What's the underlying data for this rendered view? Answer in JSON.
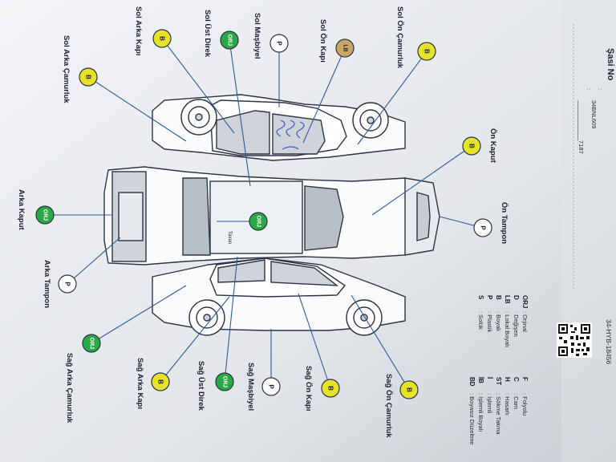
{
  "header": {
    "plate": "34-HYB-18456",
    "chassis_label": "Şasi No",
    "colon1": ":",
    "colon2": ":",
    "line1": "34BNL609",
    "line2": "____________7187"
  },
  "legend": [
    {
      "code": "ORJ",
      "text": ": Orjinal"
    },
    {
      "code": "D",
      "text": ": Değişen"
    },
    {
      "code": "LB",
      "text": ": Lokal Boyalı"
    },
    {
      "code": "B",
      "text": ": Boyalı"
    },
    {
      "code": "P",
      "text": ": Plastik"
    },
    {
      "code": "S",
      "text": ": Solük"
    },
    {
      "code": "F",
      "text": ": Folyolu"
    },
    {
      "code": "C",
      "text": ": Cam"
    },
    {
      "code": "H",
      "text": ": Hasarlı"
    },
    {
      "code": "ST",
      "text": ": Sökme Takma"
    },
    {
      "code": "İ",
      "text": ": İşlemli"
    },
    {
      "code": "İB",
      "text": ": İşlemli Boyalı"
    },
    {
      "code": "BD",
      "text": ": Boyasız Düzeltme"
    }
  ],
  "parts": [
    {
      "id": "sol-on-camurluk",
      "label": "Sol Ön Çamurluk",
      "status": "B",
      "color": "#e6e22a"
    },
    {
      "id": "sol-on-kapi",
      "label": "Sol Ön Kapı",
      "status": "LB",
      "color": "#c9a865"
    },
    {
      "id": "sol-masbiyel",
      "label": "Sol Maşbiyel",
      "status": "P",
      "color": "#ffffff"
    },
    {
      "id": "sol-ust-direk",
      "label": "Sol Üst Direk",
      "status": "ORJ",
      "color": "#2aa845"
    },
    {
      "id": "sol-arka-kapi",
      "label": "Sol Arka Kapı",
      "status": "B",
      "color": "#e6e22a"
    },
    {
      "id": "sol-arka-camurluk",
      "label": "Sol Arka Çamurluk",
      "status": "B",
      "color": "#e6e22a"
    },
    {
      "id": "on-kaput",
      "label": "Ön Kaput",
      "status": "B",
      "color": "#e6e22a"
    },
    {
      "id": "on-tampon",
      "label": "Ön Tampon",
      "status": "P",
      "color": "#ffffff"
    },
    {
      "id": "tavan",
      "label": "Tavan",
      "status": "ORJ",
      "color": "#2aa845"
    },
    {
      "id": "arka-kaput",
      "label": "Arka Kaput",
      "status": "ORJ",
      "color": "#2aa845"
    },
    {
      "id": "arka-tampon",
      "label": "Arka Tampon",
      "status": "P",
      "color": "#ffffff"
    },
    {
      "id": "sag-arka-camurluk",
      "label": "Sağ Arka Çamurluk",
      "status": "ORJ",
      "color": "#2aa845"
    },
    {
      "id": "sag-arka-kapi",
      "label": "Sağ Arka Kapı",
      "status": "B",
      "color": "#e6e22a"
    },
    {
      "id": "sag-ust-direk",
      "label": "Sağ Üst Direk",
      "status": "ORJ",
      "color": "#2aa845"
    },
    {
      "id": "sag-masbiyel",
      "label": "Sağ Maşbiyel",
      "status": "P",
      "color": "#ffffff"
    },
    {
      "id": "sag-on-kapi",
      "label": "Sağ Ön Kapı",
      "status": "B",
      "color": "#e6e22a"
    },
    {
      "id": "sag-on-camurluk",
      "label": "Sağ Ön Çamurluk",
      "status": "B",
      "color": "#e6e22a"
    }
  ]
}
